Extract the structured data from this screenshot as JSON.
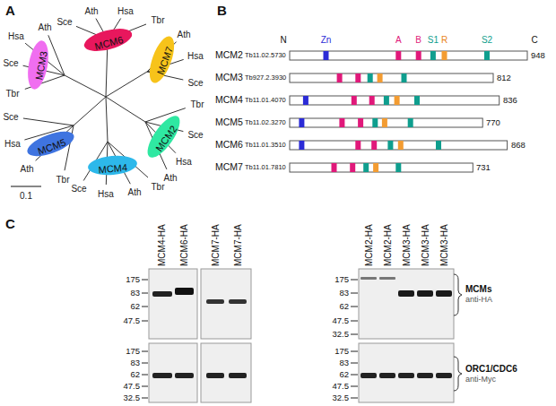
{
  "diagram": {
    "nodes": [
      {
        "text": [
          "MCM6"
        ]
      },
      {
        "text": [
          "MCM7"
        ]
      },
      {
        "text": [
          "MCM2"
        ]
      },
      {
        "text": [
          "MCM4"
        ]
      },
      {
        "text": [
          "MCM5"
        ]
      },
      {
        "text": [
          "MCM3"
        ]
      }
    ],
    "labels": [
      "A",
      "Sce",
      "Ath",
      "Hsa",
      "Tbr",
      "Ath",
      "Hsa",
      "Sce",
      "Tbr",
      "Sce",
      "Hsa",
      "Ath",
      "Tbr",
      "Ath",
      "Hsa",
      "Sce",
      "Tbr",
      "Ath",
      "Hsa",
      "Sce",
      "Tbr",
      "Sce",
      "Hsa",
      "Ath",
      "0.1",
      "B",
      "N",
      "Zn",
      "A",
      "B",
      "S1",
      "R",
      "S2",
      "C",
      "MCM2",
      "Tb11.02.5730",
      "948",
      "MCM3",
      "Tb927.2.3930",
      "812",
      "MCM4",
      "Tb11.01.4070",
      "836",
      "MCM5",
      "Tb11.02.3270",
      "770",
      "MCM6",
      "Tb11.01.3510",
      "868",
      "MCM7",
      "Tb11.01.7810",
      "731",
      "C",
      "MCM4-HA",
      "MCM6-HA",
      "MCM7-HA",
      "MCM7-HA",
      "MCM2-HA",
      "MCM2-HA",
      "MCM3-HA",
      "MCM3-HA",
      "MCM3-HA",
      "175",
      "83",
      "62",
      "47.5",
      "175",
      "83",
      "62",
      "47.5",
      "32.5",
      "175",
      "83",
      "62",
      "47.5",
      "32.5",
      "175",
      "83",
      "62",
      "47.5",
      "32.5",
      "MCMs",
      "anti-HA",
      "ORC1/CDC6",
      "anti-Myc"
    ]
  }
}
